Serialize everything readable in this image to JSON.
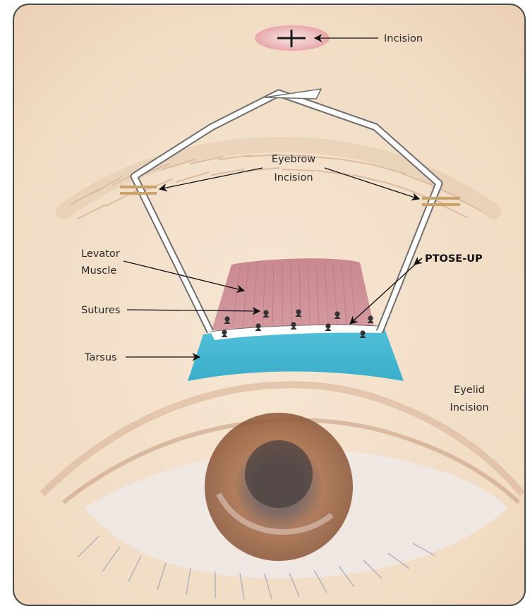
{
  "labels": {
    "incision_top": "Incision",
    "eyebrow_incision_line1": "Eyebrow",
    "eyebrow_incision_line2": "Incision",
    "levator_line1": "Levator",
    "levator_line2": "Muscle",
    "sutures": "Sutures",
    "ptose_up": "PTOSE-UP",
    "tarsus": "Tarsus",
    "eyelid_incision_line1": "Eyelid",
    "eyelid_incision_line2": "Incision"
  },
  "colors": {
    "skin": "#f3dfc9",
    "levator": "#c98a90",
    "tarsus": "#4ab8d4",
    "incision_mark": "#c9a36a",
    "iris": "#9c6240",
    "frame_border": "#4a4a4a"
  }
}
